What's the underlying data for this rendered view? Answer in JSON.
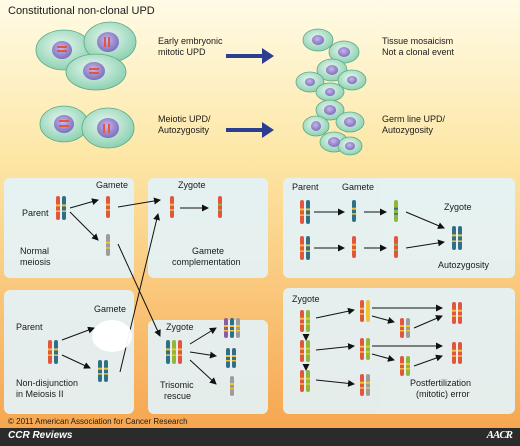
{
  "header": {
    "title": "Constitutional non-clonal UPD"
  },
  "top": {
    "row1_left": [
      "Early embryonic",
      "mitotic UPD"
    ],
    "row1_right": [
      "Tissue mosaicism",
      "Not a clonal event"
    ],
    "row2_left": [
      "Meiotic UPD/",
      "Autozygosity"
    ],
    "row2_right": [
      "Germ line UPD/",
      "Autozygosity"
    ]
  },
  "panel_a": {
    "parent": "Parent",
    "gamete": "Gamete",
    "normal": [
      "Normal",
      "meiosis"
    ],
    "zygote": "Zygote",
    "complement": [
      "Gamete",
      "complementation"
    ]
  },
  "panel_b": {
    "parent": "Parent",
    "gamete": "Gamete",
    "nondisjunction": [
      "Non-disjunction",
      "in Meiosis II"
    ],
    "zygote": "Zygote",
    "rescue": [
      "Trisomic",
      "rescue"
    ]
  },
  "panel_c": {
    "parent": "Parent",
    "gamete": "Gamete",
    "zygote": "Zygote",
    "autozygosity": "Autozygosity"
  },
  "panel_d": {
    "zygote": "Zygote",
    "error": [
      "Postfertilization",
      "(mitotic) error"
    ]
  },
  "footer": {
    "copyright": "© 2011 American Association for Cancer Research",
    "brand": "CCR Reviews",
    "logo": "AACR"
  },
  "colors": {
    "red": "#e2553e",
    "blue": "#2f6f88",
    "green": "#8fb83a",
    "yellow": "#f0c23a",
    "gray": "#9c9c9c",
    "purple": "#8a5ea0",
    "arrow": "#2c3e8f"
  }
}
